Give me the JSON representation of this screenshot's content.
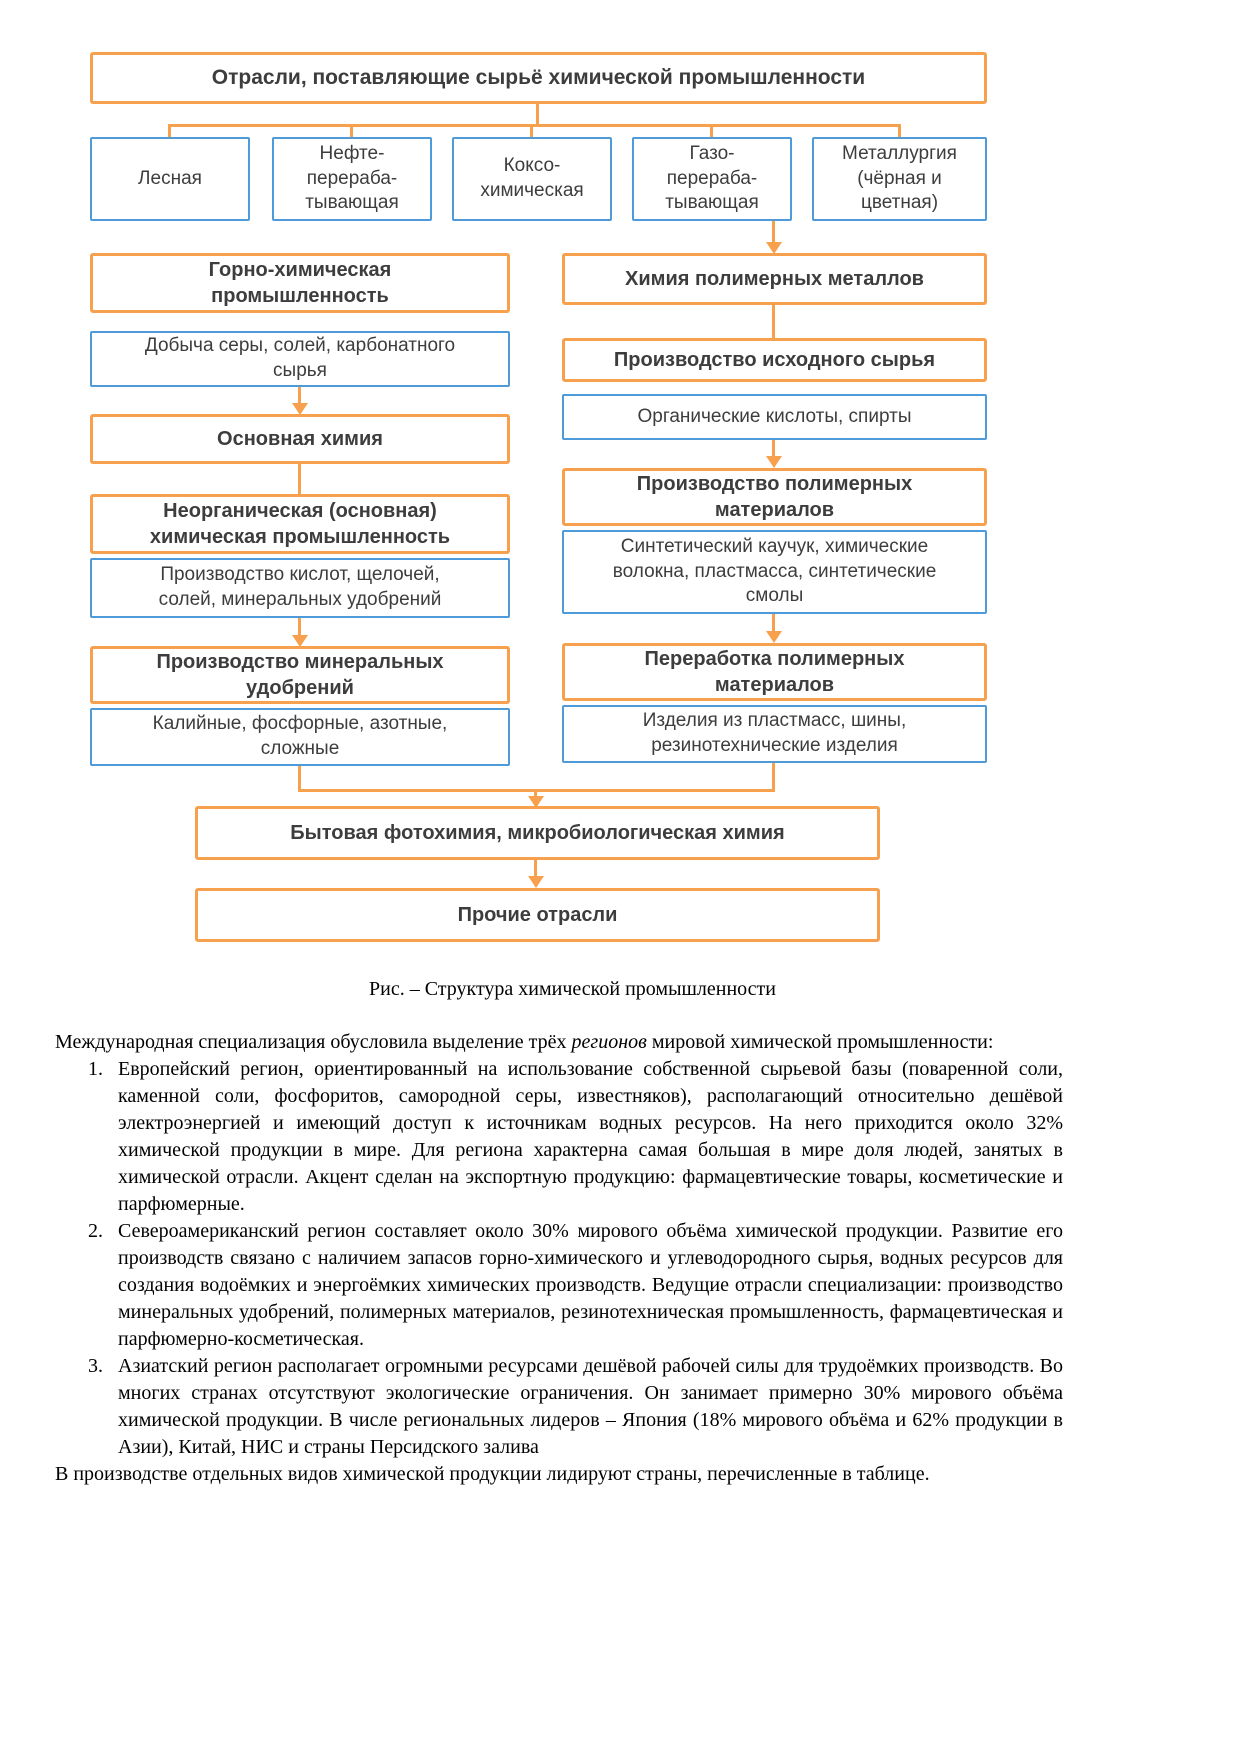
{
  "diagram": {
    "title": "Отрасли, поставляющие сырьё химической промышленности",
    "suppliers": [
      "Лесная",
      "Нефте-\nперераба-\nтывающая",
      "Коксо-\nхимическая",
      "Газо-\nперераба-\nтывающая",
      "Металлургия\n(чёрная и\nцветная)"
    ],
    "left": {
      "header": "Горно-химическая\nпромышленность",
      "mining": "Добыча серы, солей, карбонатного\nсырья",
      "basic": "Основная химия",
      "inorganic": "Неорганическая (основная)\nхимическая промышленность",
      "acids": "Производство кислот, щелочей,\nсолей, минеральных удобрений",
      "fertilizers": "Производство минеральных\nудобрений",
      "fertilizer_types": "Калийные, фосфорные, азотные,\nсложные"
    },
    "right": {
      "header": "Химия полимерных металлов",
      "feedstock": "Производство исходного сырья",
      "organic": "Органические кислоты, спирты",
      "polymer_production": "Производство полимерных\nматериалов",
      "polymer_products": "Синтетический каучук, химические\nволокна, пластмасса, синтетические\nсмолы",
      "polymer_processing": "Переработка полимерных\nматериалов",
      "processed_goods": "Изделия из пластмасс, шины,\nрезинотехнические изделия"
    },
    "bottom": {
      "photochemistry": "Бытовая фотохимия, микробиологическая химия",
      "other": "Прочие отрасли"
    },
    "colors": {
      "orange": "#F7A04E",
      "blue": "#4F9BD9"
    }
  },
  "caption": "Рис. – Структура химической промышленности",
  "article": {
    "intro": {
      "before": "Международная специализация обусловила выделение трёх ",
      "italic": "регионов",
      "after": " мировой химической промышленности:"
    },
    "list": [
      {
        "num": "1.",
        "text": "Европейский регион, ориентированный на использование собственной сырьевой базы (поваренной соли, каменной соли, фосфоритов, самородной серы, известняков), располагающий относительно дешёвой электроэнергией и имеющий доступ к источникам водных ресурсов. На него приходится около 32% химической продукции в мире. Для региона характерна самая большая в мире доля людей, занятых в химической отрасли. Акцент сделан на экспортную продукцию: фармацевтические товары, косметические и парфюмерные."
      },
      {
        "num": "2.",
        "text": "Североамериканский регион составляет около 30% мирового объёма химической продукции. Развитие его производств связано с наличием запасов горно-химического и углеводородного сырья, водных ресурсов для создания водоёмких и энергоёмких химических производств. Ведущие отрасли специализации: производство минеральных удобрений, полимерных материалов, резинотехническая промышленность, фармацевтическая и парфюмерно-косметическая."
      },
      {
        "num": "3.",
        "text": "Азиатский регион располагает огромными ресурсами дешёвой рабочей силы для трудоёмких производств. Во многих странах отсутствуют экологические ограничения. Он занимает примерно 30% мирового объёма химической продукции. В числе региональных лидеров – Япония (18% мирового объёма и 62% продукции в Азии), Китай, НИС и страны Персидского залива"
      }
    ],
    "closing": "В производстве отдельных видов химической продукции лидируют страны, перечисленные в таблице."
  }
}
